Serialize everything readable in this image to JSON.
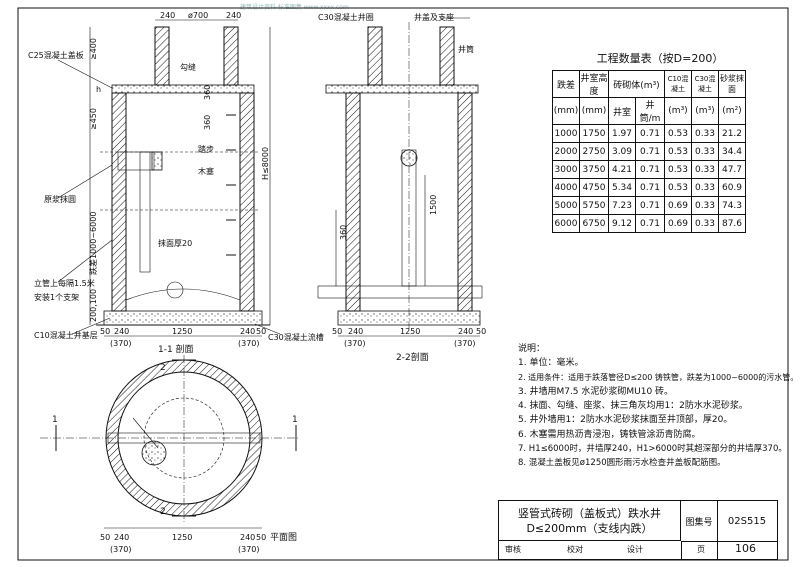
{
  "watermark": "建筑设计资料·标准图集 www.xxxx.com",
  "section_1": {
    "title": "1-1 剖面",
    "top_dims": [
      "240",
      "ø700",
      "240"
    ],
    "bottom_dims": [
      "50",
      "240",
      "1250",
      "240",
      "50"
    ],
    "bottom_dims_sub": [
      "(370)",
      "(370)"
    ],
    "left_dims": [
      "≥400",
      "h",
      "≥450",
      "跌差1000~6000",
      "200,100"
    ],
    "right_dims": [
      "360",
      "360",
      "H≤8000"
    ],
    "labels": {
      "c25_slab": "C25混凝土盖板",
      "joint": "勾缝",
      "step": "踏步",
      "wood_plug": "木塞",
      "plaster_ring": "原浆抹圆",
      "inner_plaster": "抹面厚20",
      "support": "立管上每隔1.5米",
      "support2": "安装1个支架",
      "c10_base": "C10混凝土井基层",
      "c30_channel": "C30混凝土流槽"
    }
  },
  "section_2": {
    "title": "2-2剖面",
    "top_labels": [
      "C30混凝土井圈",
      "井盖及支座"
    ],
    "neck": "井筒",
    "bottom_dims": [
      "50",
      "240",
      "1250",
      "240",
      "50"
    ],
    "bottom_dims_sub": [
      "(370)",
      "(370)"
    ],
    "inner_dims": [
      "1500",
      "360"
    ]
  },
  "plan": {
    "title": "平面图",
    "bottom_dims": [
      "50",
      "240",
      "1250",
      "240",
      "50"
    ],
    "bottom_dims_sub": [
      "(370)",
      "(370)"
    ],
    "section_marks": [
      "1",
      "1",
      "2",
      "2"
    ]
  },
  "quantity_table": {
    "title": "工程数量表（按D=200）",
    "headers": [
      "跌差",
      "井室高度",
      "砖砌体(m³)",
      "",
      "C10混凝土",
      "C30混凝土",
      "砂浆抹面"
    ],
    "sub_headers": [
      "(mm)",
      "(mm)",
      "井室",
      "井筒/m",
      "(m³)",
      "(m³)",
      "(m²)"
    ],
    "rows": [
      [
        "1000",
        "1750",
        "1.97",
        "0.71",
        "0.53",
        "0.33",
        "21.2"
      ],
      [
        "2000",
        "2750",
        "3.09",
        "0.71",
        "0.53",
        "0.33",
        "34.4"
      ],
      [
        "3000",
        "3750",
        "4.21",
        "0.71",
        "0.53",
        "0.33",
        "47.7"
      ],
      [
        "4000",
        "4750",
        "5.34",
        "0.71",
        "0.53",
        "0.33",
        "60.9"
      ],
      [
        "5000",
        "5750",
        "7.23",
        "0.71",
        "0.69",
        "0.33",
        "74.3"
      ],
      [
        "6000",
        "6750",
        "9.12",
        "0.71",
        "0.69",
        "0.33",
        "87.6"
      ]
    ]
  },
  "notes": {
    "heading": "说明：",
    "items": [
      "1. 单位：毫米。",
      "2. 适用条件：适用于跌落管径D≤200 铸铁管，跌差为1000~6000的污水管。",
      "3. 井墙用M7.5 水泥砂浆砌MU10 砖。",
      "4. 抹面、勾缝、座浆、抹三角灰均用1：2防水水泥砂浆。",
      "5. 井外墙用1：2防水水泥砂浆抹面至井顶部，厚20。",
      "6. 木塞需用热沥青浸泡，铸铁管涂沥青防腐。",
      "7. H1≤6000时，井墙厚240，H1>6000时其超深部分的井墙厚370。",
      "8. 混凝土盖板见ø1250圆形雨污水检查井盖板配筋图。"
    ]
  },
  "title_block": {
    "title_line1": "竖管式砖砌（盖板式）跌水井",
    "title_line2": "D≤200mm（支线内跌）",
    "code_label": "图集号",
    "code": "02S515",
    "review": "审核",
    "check": "校对",
    "design": "设计",
    "page_label": "页",
    "page": "106"
  }
}
